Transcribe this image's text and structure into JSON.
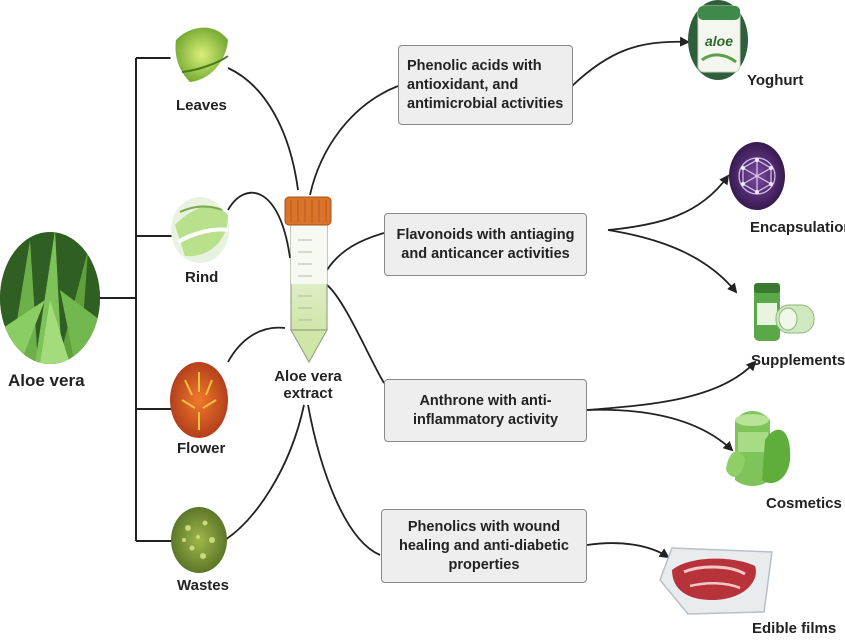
{
  "source": {
    "label": "Aloe vera"
  },
  "parts": [
    {
      "id": "leaves",
      "label": "Leaves"
    },
    {
      "id": "rind",
      "label": "Rind"
    },
    {
      "id": "flower",
      "label": "Flower"
    },
    {
      "id": "wastes",
      "label": "Wastes"
    }
  ],
  "extract": {
    "label_line1": "Aloe vera",
    "label_line2": "extract"
  },
  "compounds": [
    {
      "id": "phenolic-acids",
      "lines": [
        "Phenolic acids with",
        "antioxidant, and",
        "antimicrobial activities"
      ]
    },
    {
      "id": "flavonoids",
      "lines": [
        "Flavonoids with antiaging",
        "and anticancer activities"
      ]
    },
    {
      "id": "anthrone",
      "lines": [
        "Anthrone with anti-",
        "inflammatory activity"
      ]
    },
    {
      "id": "phenolics",
      "lines": [
        "Phenolics with wound",
        "healing and anti-diabetic",
        "properties"
      ]
    }
  ],
  "applications": [
    {
      "id": "yoghurt",
      "label": "Yoghurt"
    },
    {
      "id": "encapsulation",
      "label": "Encapsulation"
    },
    {
      "id": "supplements",
      "label": "Supplements"
    },
    {
      "id": "cosmetics",
      "label": "Cosmetics"
    },
    {
      "id": "edible-films",
      "label": "Edible films"
    }
  ],
  "yoghurt_brand": "aloe",
  "colors": {
    "line": "#222222",
    "box_fill": "#eeeeee",
    "box_border": "#8a8a8a",
    "tube_cap": "#d9742a",
    "plant_green": "#4f8f2f"
  }
}
